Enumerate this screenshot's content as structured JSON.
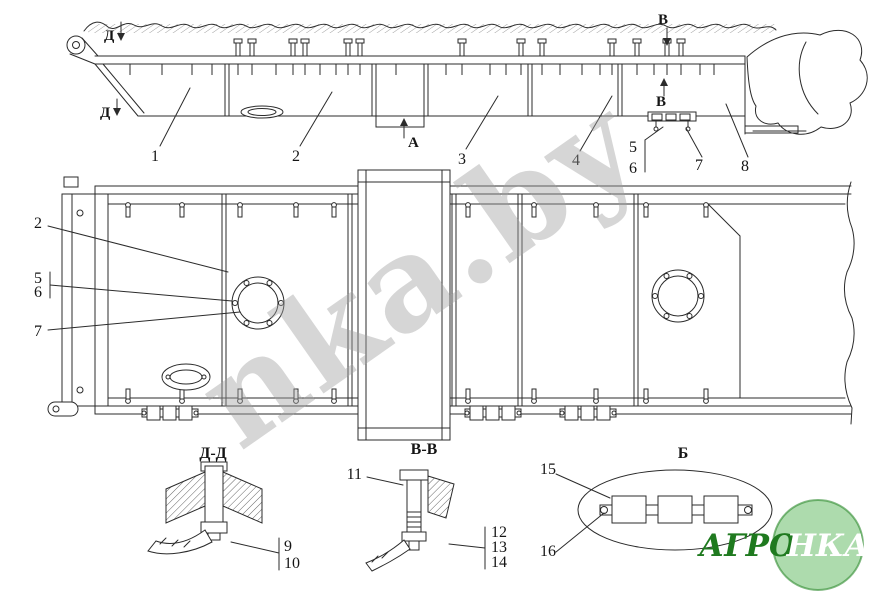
{
  "watermark": {
    "text": "nka.by",
    "color": "#a0a0a0"
  },
  "logo": {
    "agro": "АГРО",
    "nka": "НКА",
    "disc_color": "#5cb85c",
    "text_color": "#1f7a1f"
  },
  "colors": {
    "line": "#2b2b2b",
    "background": "#ffffff"
  },
  "markers": {
    "d_top": "Д",
    "d_bottom": "Д",
    "v_top": "В",
    "v_bottom": "В",
    "a_center": "А"
  },
  "side_view": {
    "callouts": [
      "1",
      "2",
      "3",
      "4",
      "5",
      "6",
      "7",
      "8"
    ]
  },
  "plan_view": {
    "callouts": [
      "2",
      "5",
      "6",
      "7"
    ]
  },
  "details": {
    "dd": {
      "title": "Д-Д",
      "callouts": [
        "9",
        "10"
      ]
    },
    "vv": {
      "title": "В-В",
      "callouts": [
        "11",
        "12",
        "13",
        "14"
      ]
    },
    "b": {
      "title": "Б",
      "callouts": [
        "15",
        "16"
      ]
    }
  }
}
